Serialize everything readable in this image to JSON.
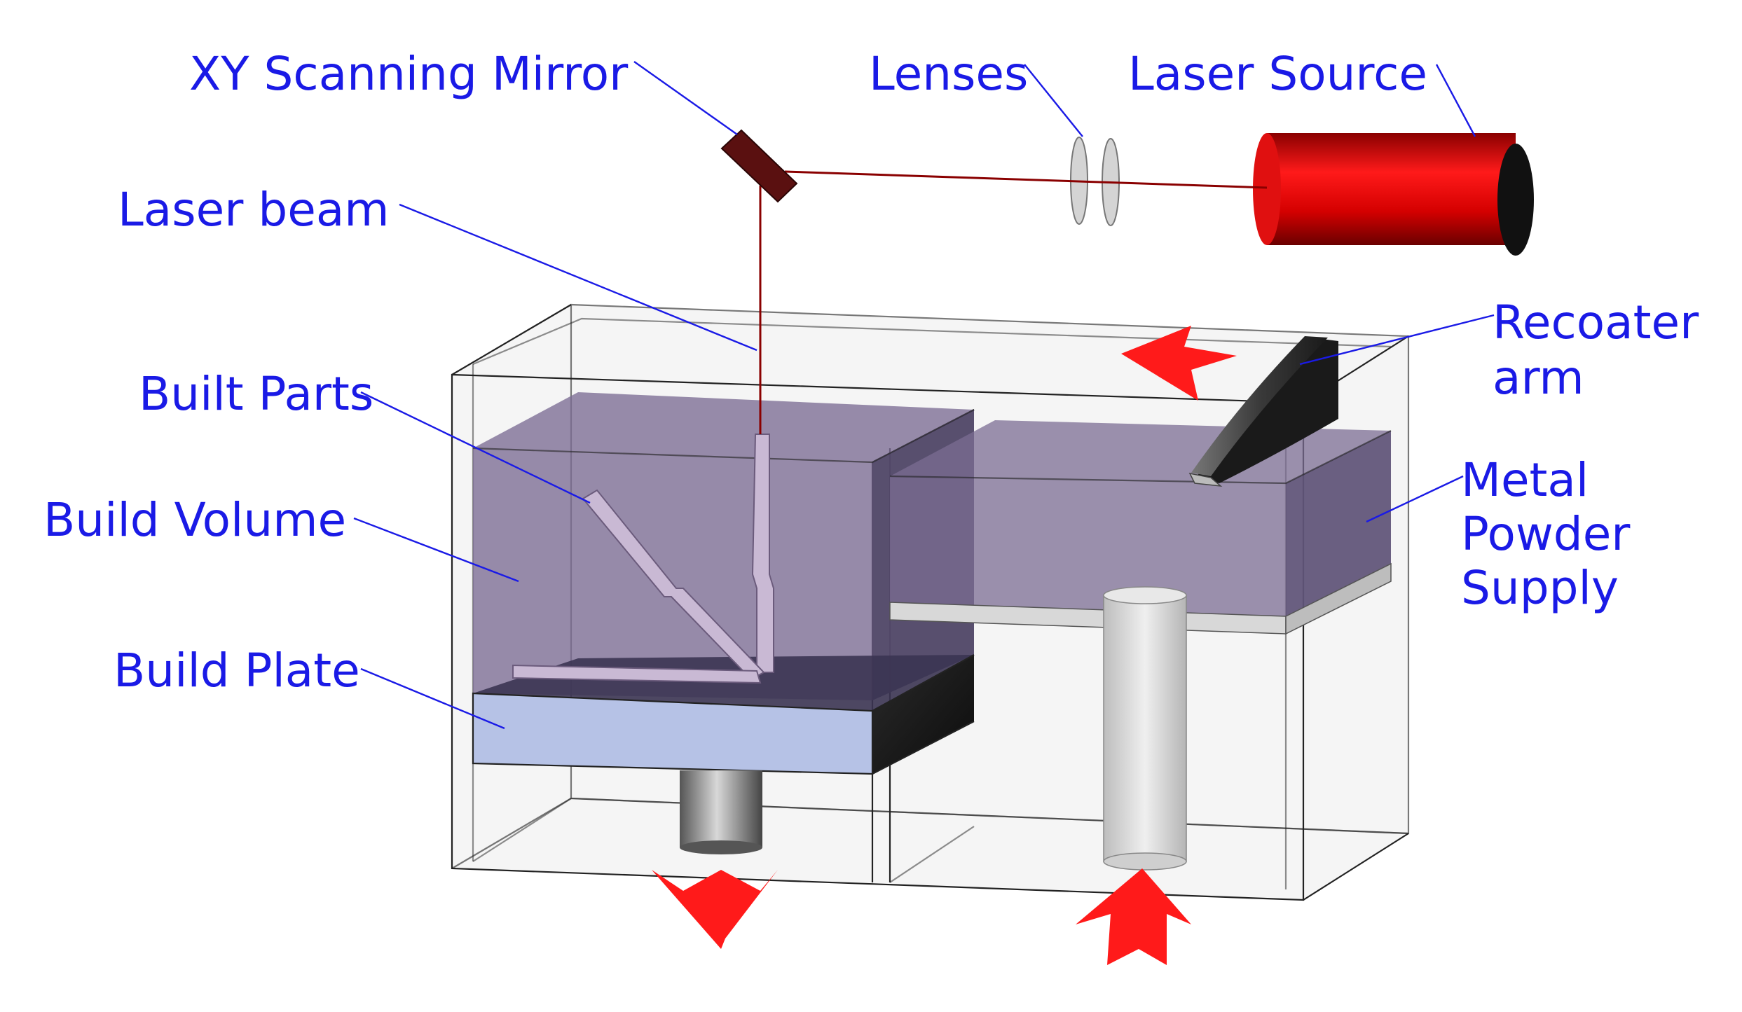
{
  "labels": {
    "xy_mirror": "XY Scanning Mirror",
    "lenses": "Lenses",
    "laser_source": "Laser Source",
    "laser_beam": "Laser beam",
    "recoater_line1": "Recoater",
    "recoater_line2": "arm",
    "built_parts": "Built Parts",
    "build_volume": "Build Volume",
    "metal_line1": "Metal",
    "metal_line2": "Powder",
    "metal_line3": "Supply",
    "build_plate": "Build Plate"
  },
  "colors": {
    "label_text": "#1a1ae6",
    "laser_source": "#d40000",
    "arrow": "#ff1a1a",
    "powder": "#7b6c93",
    "build_plate": "#b6c2e6",
    "mirror": "#5a1010"
  },
  "icons": {
    "motion_arrow": "red-notched-arrow"
  }
}
